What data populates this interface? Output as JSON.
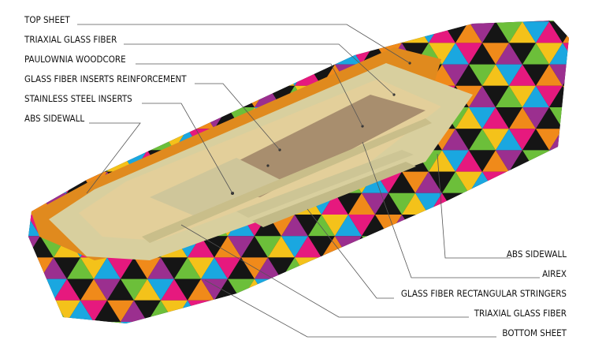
{
  "diagram": {
    "left_labels": [
      "TOP SHEET",
      "TRIAXIAL GLASS FIBER",
      "PAULOWNIA WOODCORE",
      "GLASS FIBER INSERTS REINFORCEMENT",
      "STAINLESS STEEL INSERTS",
      "ABS SIDEWALL"
    ],
    "right_labels": [
      "ABS SIDEWALL",
      "AIREX",
      "GLASS FIBER RECTANGULAR STRINGERS",
      "TRIAXIAL GLASS FIBER",
      "BOTTOM SHEET"
    ],
    "colors": {
      "line": "#555555",
      "sidewall": "#e08a1e",
      "glass_fiber": "#d9d2a0",
      "woodcore": "#b49a78",
      "airex": "#e6cf98",
      "board_dark": "#151515"
    }
  }
}
